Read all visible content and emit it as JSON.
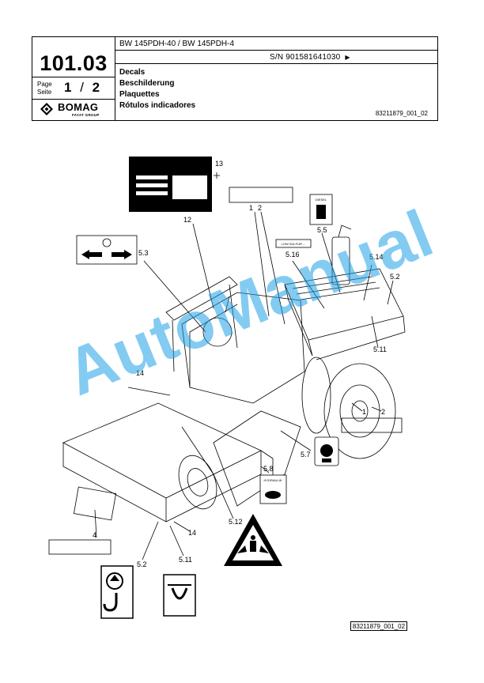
{
  "header": {
    "model": "BW 145PDH-40 / BW 145PDH-4",
    "serial": "S/N 901581641030",
    "section_number": "101.03",
    "page_label_en": "Page",
    "page_label_de": "Seite",
    "page_current": "1",
    "page_separator": "/",
    "page_total": "2",
    "titles": [
      "Decals",
      "Beschilderung",
      "Plaquettes",
      "Rótulos indicadores"
    ],
    "doc_number": "83211879_001_02",
    "brand": "BOMAG",
    "brand_group": "FAYAT GROUP"
  },
  "drawing": {
    "callouts": [
      "13",
      "12",
      "1",
      "2",
      "5.3",
      "5.5",
      "5.16",
      "5.14",
      "5.2",
      "5.11",
      "14",
      "1",
      "2",
      "5.7",
      "5.8",
      "4",
      "5.12",
      "14",
      "5.2",
      "5.11"
    ],
    "decal_text": {
      "diesel": "DIESEL",
      "low_sulfur": "LOW SULFUR ...",
      "hydraulik": "HYDRAULIK"
    },
    "figure_number": "83211879_001_02"
  },
  "watermark": "AutoManual"
}
